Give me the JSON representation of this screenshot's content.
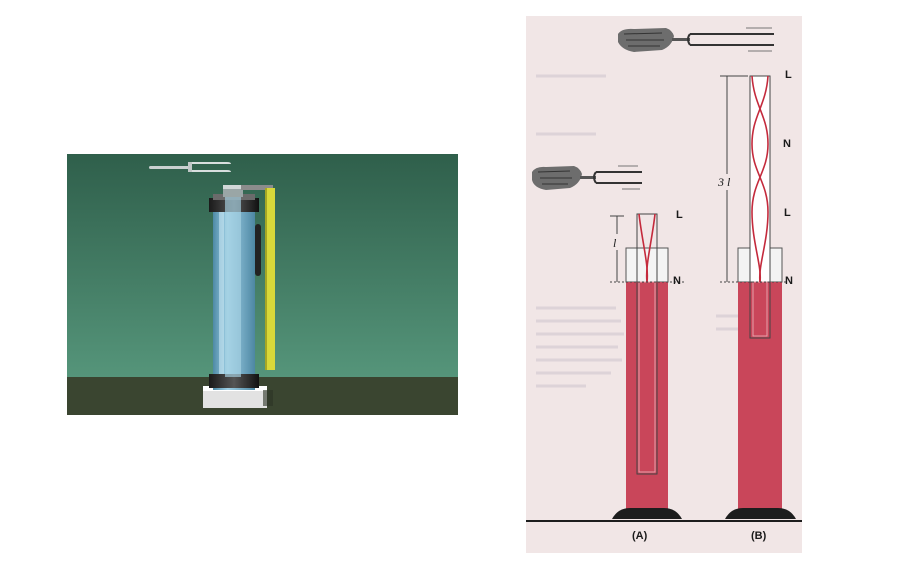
{
  "right": {
    "labels": {
      "a_top_antinode": "L",
      "a_length": "l",
      "a_node": "N",
      "b_top_antinode": "L",
      "b_mid_node": "N",
      "b_length": "3 l",
      "b_mid_antinode": "L",
      "b_node": "N"
    },
    "captions": {
      "a": "(A)",
      "b": "(B)"
    }
  },
  "colors": {
    "background_top": "#2f5f4b",
    "background_bottom": "#55957a",
    "floor": "#3a4530",
    "water": "#7ab8d4",
    "ruler": "#d8d83a",
    "liquid_red": "#c9465a",
    "paper": "#f1e6e6",
    "wave_line": "#c42a3c"
  }
}
